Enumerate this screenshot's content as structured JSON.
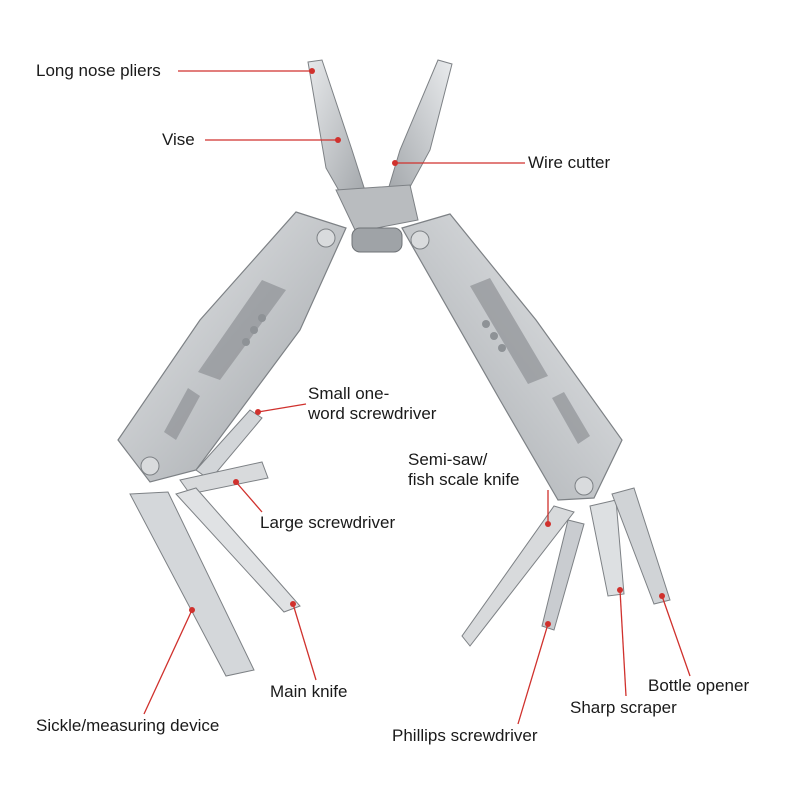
{
  "colors": {
    "leader": "#d0312d",
    "metal": "#c9cbcd",
    "metal_dark": "#8e9296",
    "text": "#1a1a1a"
  },
  "labels": {
    "long_nose_pliers": "Long nose pliers",
    "vise": "Vise",
    "wire_cutter": "Wire cutter",
    "small_screwdriver_line1": "Small one-",
    "small_screwdriver_line2": "word screwdriver",
    "semi_saw_line1": "Semi-saw/",
    "semi_saw_line2": "fish scale knife",
    "large_screwdriver": "Large screwdriver",
    "main_knife": "Main knife",
    "sickle": "Sickle/measuring device",
    "phillips": "Phillips screwdriver",
    "sharp_scraper": "Sharp scraper",
    "bottle_opener": "Bottle opener"
  }
}
